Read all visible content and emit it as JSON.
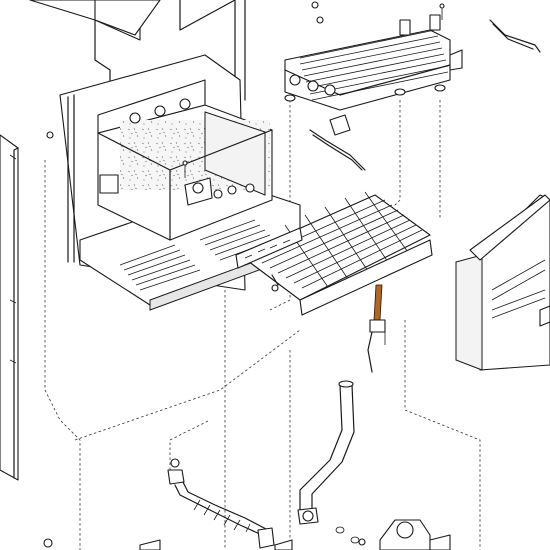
{
  "diagram": {
    "style": "exploded-view line drawing",
    "colors": {
      "background": "#ffffff",
      "line": "#1a1a1a",
      "highlight_electrode": "#b5651d",
      "insulation_fill": "#f3f3f3"
    },
    "parts": [
      "rear-panel",
      "combustion-chamber",
      "heat-exchanger",
      "burner",
      "electrode",
      "water-pipe",
      "flexible-gas-hose",
      "gas-valve",
      "front-insulated-panel",
      "side-panel",
      "fan-top"
    ]
  }
}
